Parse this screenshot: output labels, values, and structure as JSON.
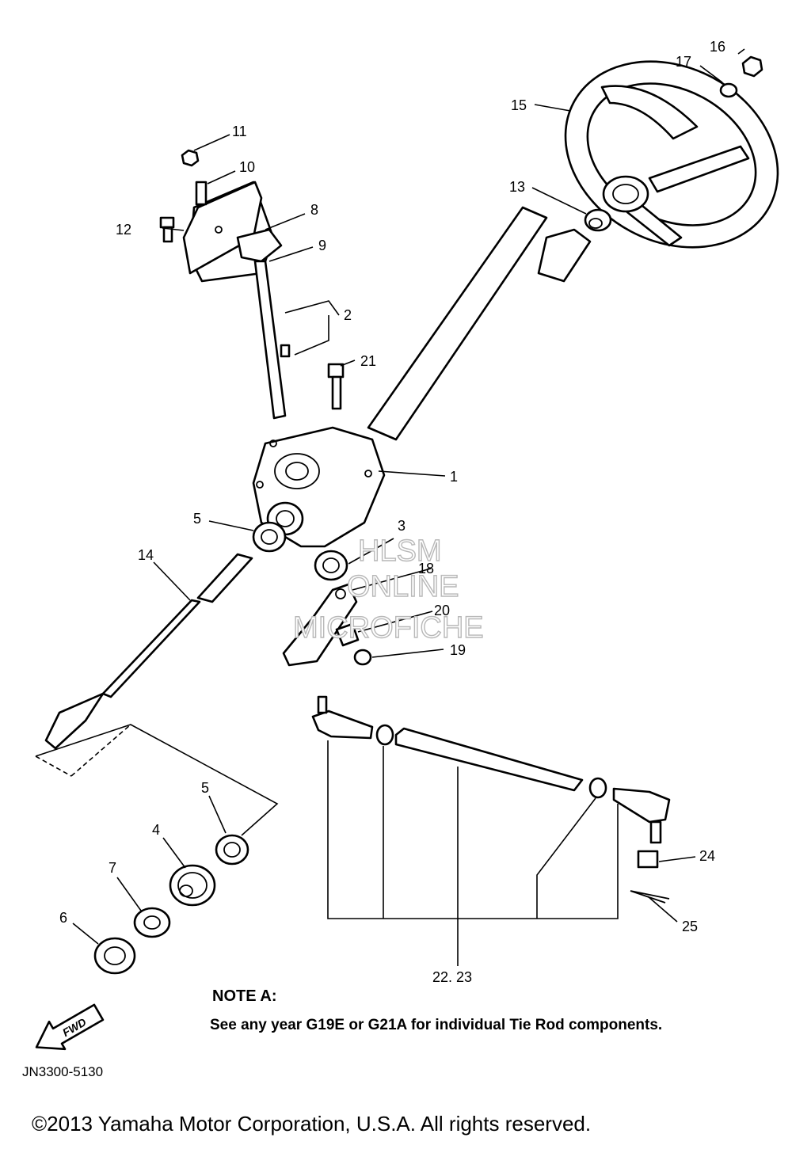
{
  "callouts": {
    "c1": "1",
    "c2": "2",
    "c3": "3",
    "c4": "4",
    "c5a": "5",
    "c5b": "5",
    "c6": "6",
    "c7": "7",
    "c8": "8",
    "c9": "9",
    "c10": "10",
    "c11": "11",
    "c12": "12",
    "c13": "13",
    "c14": "14",
    "c15": "15",
    "c16": "16",
    "c17": "17",
    "c18": "18",
    "c19": "19",
    "c20": "20",
    "c21": "21",
    "c2223": "22. 23",
    "c24": "24",
    "c25": "25"
  },
  "watermark": {
    "line1": "HLSM",
    "line2": "ONLINE",
    "line3": "MICROFICHE"
  },
  "fwd_label": "FWD",
  "note": {
    "title": "NOTE A:",
    "text": "See any year G19E or G21A for individual Tie Rod components."
  },
  "diagram_code": "JN3300-5130",
  "copyright": "©2013 Yamaha Motor Corporation, U.S.A. All rights reserved."
}
